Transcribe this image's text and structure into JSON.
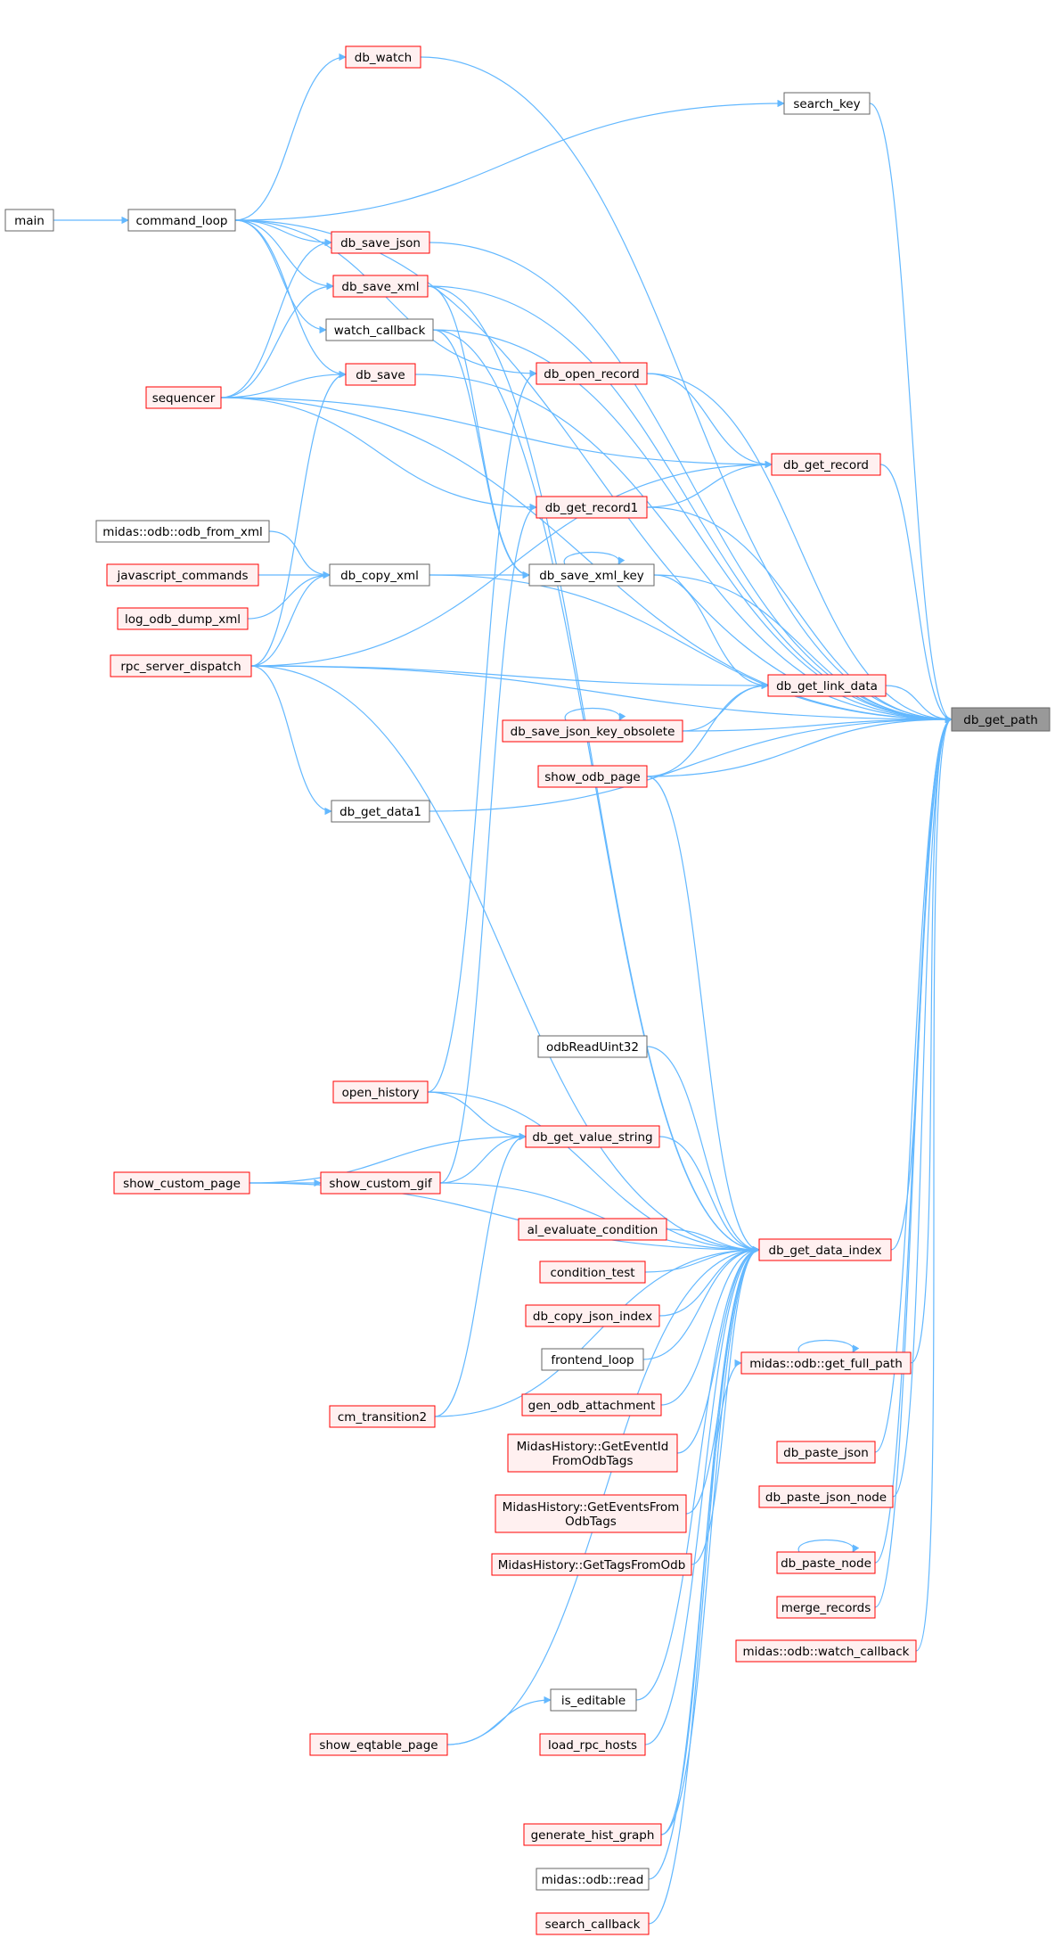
{
  "colors": {
    "edge": "#63b8ff",
    "red_border": "#ff0000",
    "black_border": "#666666",
    "red_fill": "#fff0f0",
    "white_fill": "#ffffff",
    "root_fill": "#999999",
    "text": "#000000"
  },
  "nodes": [
    {
      "id": "db_get_path",
      "label": "db_get_path",
      "style": "root"
    },
    {
      "id": "db_watch",
      "label": "db_watch",
      "style": "red"
    },
    {
      "id": "search_key",
      "label": "search_key",
      "style": "black"
    },
    {
      "id": "main",
      "label": "main",
      "style": "black"
    },
    {
      "id": "command_loop",
      "label": "command_loop",
      "style": "black"
    },
    {
      "id": "db_save_json",
      "label": "db_save_json",
      "style": "red"
    },
    {
      "id": "db_save_xml",
      "label": "db_save_xml",
      "style": "red"
    },
    {
      "id": "watch_callback",
      "label": "watch_callback",
      "style": "black"
    },
    {
      "id": "db_save",
      "label": "db_save",
      "style": "red"
    },
    {
      "id": "db_open_record",
      "label": "db_open_record",
      "style": "red"
    },
    {
      "id": "sequencer",
      "label": "sequencer",
      "style": "red"
    },
    {
      "id": "db_get_record",
      "label": "db_get_record",
      "style": "red"
    },
    {
      "id": "db_get_record1",
      "label": "db_get_record1",
      "style": "red"
    },
    {
      "id": "odb_from_xml",
      "label": "midas::odb::odb_from_xml",
      "style": "black"
    },
    {
      "id": "javascript_commands",
      "label": "javascript_commands",
      "style": "red"
    },
    {
      "id": "db_copy_xml",
      "label": "db_copy_xml",
      "style": "black"
    },
    {
      "id": "db_save_xml_key",
      "label": "db_save_xml_key",
      "style": "black"
    },
    {
      "id": "log_odb_dump_xml",
      "label": "log_odb_dump_xml",
      "style": "red"
    },
    {
      "id": "rpc_server_dispatch",
      "label": "rpc_server_dispatch",
      "style": "red"
    },
    {
      "id": "db_get_link_data",
      "label": "db_get_link_data",
      "style": "red"
    },
    {
      "id": "db_save_json_key_obsolete",
      "label": "db_save_json_key_obsolete",
      "style": "red"
    },
    {
      "id": "show_odb_page",
      "label": "show_odb_page",
      "style": "red"
    },
    {
      "id": "db_get_data1",
      "label": "db_get_data1",
      "style": "black"
    },
    {
      "id": "odbReadUint32",
      "label": "odbReadUint32",
      "style": "black"
    },
    {
      "id": "open_history",
      "label": "open_history",
      "style": "red"
    },
    {
      "id": "db_get_value_string",
      "label": "db_get_value_string",
      "style": "red"
    },
    {
      "id": "show_custom_page",
      "label": "show_custom_page",
      "style": "red"
    },
    {
      "id": "show_custom_gif",
      "label": "show_custom_gif",
      "style": "red"
    },
    {
      "id": "al_evaluate_condition",
      "label": "al_evaluate_condition",
      "style": "red"
    },
    {
      "id": "db_get_data_index",
      "label": "db_get_data_index",
      "style": "red"
    },
    {
      "id": "condition_test",
      "label": "condition_test",
      "style": "red"
    },
    {
      "id": "db_copy_json_index",
      "label": "db_copy_json_index",
      "style": "red"
    },
    {
      "id": "frontend_loop",
      "label": "frontend_loop",
      "style": "black"
    },
    {
      "id": "get_full_path",
      "label": "midas::odb::get_full_path",
      "style": "red"
    },
    {
      "id": "gen_odb_attachment",
      "label": "gen_odb_attachment",
      "style": "red"
    },
    {
      "id": "cm_transition2",
      "label": "cm_transition2",
      "style": "red"
    },
    {
      "id": "GetEventIdFromOdbTags",
      "label": "MidasHistory::GetEventId\nFromOdbTags",
      "style": "red"
    },
    {
      "id": "db_paste_json",
      "label": "db_paste_json",
      "style": "red"
    },
    {
      "id": "GetEventsFromOdbTags",
      "label": "MidasHistory::GetEventsFrom\nOdbTags",
      "style": "red"
    },
    {
      "id": "db_paste_json_node",
      "label": "db_paste_json_node",
      "style": "red"
    },
    {
      "id": "GetTagsFromOdb",
      "label": "MidasHistory::GetTagsFromOdb",
      "style": "red"
    },
    {
      "id": "db_paste_node",
      "label": "db_paste_node",
      "style": "red"
    },
    {
      "id": "merge_records",
      "label": "merge_records",
      "style": "red"
    },
    {
      "id": "odb_watch_callback",
      "label": "midas::odb::watch_callback",
      "style": "red"
    },
    {
      "id": "is_editable",
      "label": "is_editable",
      "style": "black"
    },
    {
      "id": "show_eqtable_page",
      "label": "show_eqtable_page",
      "style": "red"
    },
    {
      "id": "load_rpc_hosts",
      "label": "load_rpc_hosts",
      "style": "red"
    },
    {
      "id": "generate_hist_graph",
      "label": "generate_hist_graph",
      "style": "red"
    },
    {
      "id": "odb_read",
      "label": "midas::odb::read",
      "style": "black"
    },
    {
      "id": "search_callback",
      "label": "search_callback",
      "style": "red"
    }
  ],
  "edges": [
    [
      "db_watch",
      "db_get_path"
    ],
    [
      "search_key",
      "db_get_path"
    ],
    [
      "command_loop",
      "db_get_path"
    ],
    [
      "db_save_json",
      "db_get_path"
    ],
    [
      "db_save_xml",
      "db_get_path"
    ],
    [
      "watch_callback",
      "db_get_path"
    ],
    [
      "db_save",
      "db_get_path"
    ],
    [
      "db_open_record",
      "db_get_path"
    ],
    [
      "db_get_record",
      "db_get_path"
    ],
    [
      "db_get_record1",
      "db_get_path"
    ],
    [
      "db_save_xml_key",
      "db_get_path"
    ],
    [
      "db_copy_xml",
      "db_get_path"
    ],
    [
      "rpc_server_dispatch",
      "db_get_path"
    ],
    [
      "db_get_link_data",
      "db_get_path"
    ],
    [
      "db_save_json_key_obsolete",
      "db_get_path"
    ],
    [
      "show_odb_page",
      "db_get_path"
    ],
    [
      "db_get_data1",
      "db_get_path"
    ],
    [
      "sequencer",
      "db_get_path"
    ],
    [
      "db_get_data_index",
      "db_get_path"
    ],
    [
      "get_full_path",
      "db_get_path"
    ],
    [
      "db_paste_json",
      "db_get_path"
    ],
    [
      "db_paste_json_node",
      "db_get_path"
    ],
    [
      "db_paste_node",
      "db_get_path"
    ],
    [
      "merge_records",
      "db_get_path"
    ],
    [
      "odb_watch_callback",
      "db_get_path"
    ],
    [
      "main",
      "command_loop"
    ],
    [
      "command_loop",
      "db_watch"
    ],
    [
      "command_loop",
      "search_key"
    ],
    [
      "command_loop",
      "db_save_json"
    ],
    [
      "command_loop",
      "db_save_xml"
    ],
    [
      "command_loop",
      "watch_callback"
    ],
    [
      "command_loop",
      "db_save"
    ],
    [
      "command_loop",
      "db_open_record"
    ],
    [
      "sequencer",
      "db_save_json"
    ],
    [
      "sequencer",
      "db_save_xml"
    ],
    [
      "sequencer",
      "db_save"
    ],
    [
      "sequencer",
      "db_get_record"
    ],
    [
      "sequencer",
      "db_get_record1"
    ],
    [
      "db_open_record",
      "db_get_record"
    ],
    [
      "db_get_record1",
      "db_get_record"
    ],
    [
      "db_save_xml",
      "db_save_xml_key"
    ],
    [
      "watch_callback",
      "db_save_xml_key"
    ],
    [
      "db_save_xml_key",
      "db_save_xml_key"
    ],
    [
      "db_save_xml_key",
      "db_get_link_data"
    ],
    [
      "odb_from_xml",
      "db_copy_xml"
    ],
    [
      "javascript_commands",
      "db_copy_xml"
    ],
    [
      "log_odb_dump_xml",
      "db_copy_xml"
    ],
    [
      "rpc_server_dispatch",
      "db_copy_xml"
    ],
    [
      "db_copy_xml",
      "db_save_xml_key"
    ],
    [
      "rpc_server_dispatch",
      "db_save"
    ],
    [
      "rpc_server_dispatch",
      "db_get_record"
    ],
    [
      "rpc_server_dispatch",
      "db_get_link_data"
    ],
    [
      "rpc_server_dispatch",
      "db_get_data1"
    ],
    [
      "rpc_server_dispatch",
      "db_get_data_index"
    ],
    [
      "db_save_json_key_obsolete",
      "db_save_json_key_obsolete"
    ],
    [
      "db_save_json_key_obsolete",
      "db_get_link_data"
    ],
    [
      "show_odb_page",
      "db_get_link_data"
    ],
    [
      "show_odb_page",
      "db_get_data_index"
    ],
    [
      "watch_callback",
      "db_get_data_index"
    ],
    [
      "db_save_xml",
      "db_get_data_index"
    ],
    [
      "open_history",
      "db_open_record"
    ],
    [
      "open_history",
      "db_get_value_string"
    ],
    [
      "open_history",
      "db_get_data_index"
    ],
    [
      "show_custom_gif",
      "db_get_record1"
    ],
    [
      "show_custom_gif",
      "db_get_value_string"
    ],
    [
      "show_custom_gif",
      "db_get_data_index"
    ],
    [
      "show_custom_page",
      "show_custom_gif"
    ],
    [
      "show_custom_page",
      "db_get_value_string"
    ],
    [
      "show_custom_page",
      "db_get_data_index"
    ],
    [
      "cm_transition2",
      "db_get_value_string"
    ],
    [
      "cm_transition2",
      "db_get_data_index"
    ],
    [
      "db_get_value_string",
      "db_get_data_index"
    ],
    [
      "odbReadUint32",
      "db_get_data_index"
    ],
    [
      "al_evaluate_condition",
      "db_get_data_index"
    ],
    [
      "condition_test",
      "db_get_data_index"
    ],
    [
      "db_copy_json_index",
      "db_get_data_index"
    ],
    [
      "frontend_loop",
      "db_get_data_index"
    ],
    [
      "gen_odb_attachment",
      "db_get_data_index"
    ],
    [
      "GetEventIdFromOdbTags",
      "db_get_data_index"
    ],
    [
      "GetEventsFromOdbTags",
      "db_get_data_index"
    ],
    [
      "GetTagsFromOdb",
      "db_get_data_index"
    ],
    [
      "is_editable",
      "db_get_data_index"
    ],
    [
      "show_eqtable_page",
      "is_editable"
    ],
    [
      "show_eqtable_page",
      "db_get_data_index"
    ],
    [
      "load_rpc_hosts",
      "db_get_data_index"
    ],
    [
      "generate_hist_graph",
      "db_get_data_index"
    ],
    [
      "odb_read",
      "db_get_data_index"
    ],
    [
      "search_callback",
      "db_get_data_index"
    ],
    [
      "get_full_path",
      "get_full_path"
    ],
    [
      "generate_hist_graph",
      "get_full_path"
    ],
    [
      "db_paste_node",
      "db_paste_node"
    ]
  ]
}
